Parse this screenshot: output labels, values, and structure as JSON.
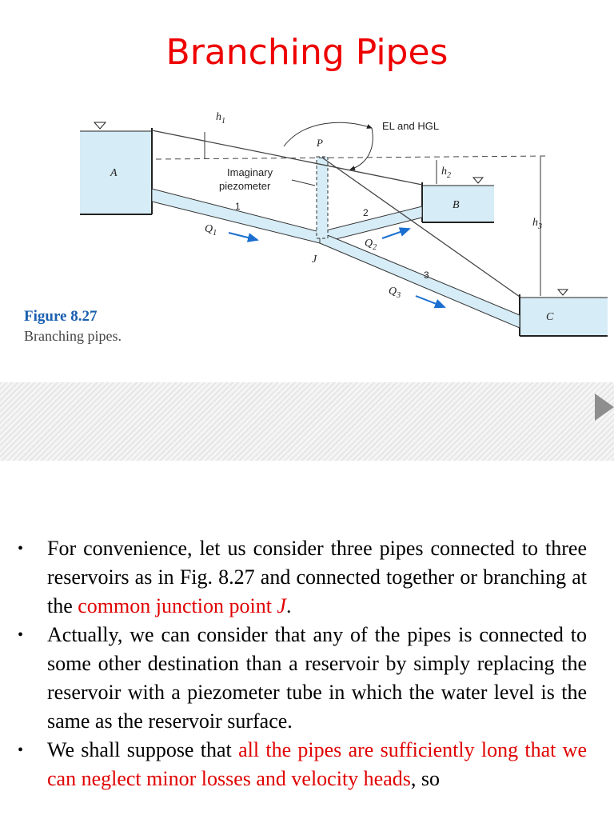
{
  "title": "Branching Pipes",
  "figure": {
    "caption_label": "Figure 8.27",
    "caption_text": "Branching pipes.",
    "labels": {
      "h1": "h",
      "h1_sub": "1",
      "el_hgl": "EL and HGL",
      "p": "P",
      "a": "A",
      "imaginary": "Imaginary",
      "piezometer": "piezometer",
      "pipe1": "1",
      "h2": "h",
      "h2_sub": "2",
      "b": "B",
      "pipe2": "2",
      "h3": "h",
      "h3_sub": "3",
      "q1": "Q",
      "q1_sub": "1",
      "q2": "Q",
      "q2_sub": "2",
      "j": "J",
      "pipe3": "3",
      "q3": "Q",
      "q3_sub": "3",
      "c": "C"
    }
  },
  "bullets": [
    {
      "text1": "For convenience, let us consider three pipes connected to three reservoirs as in Fig. 8.27 and connected together or branching at the ",
      "highlight": "common junction point ",
      "highlight_italic": "J",
      "text2": "."
    },
    {
      "text": "Actually, we can consider that any of the pipes is connected to some other destination than a reservoir by simply replacing the reservoir with a piezometer tube in which the water level is the same as the reservoir surface."
    },
    {
      "text1": "We shall suppose that ",
      "highlight": "all the pipes are sufficiently long that we can neglect minor losses and velocity heads",
      "text2": ", so"
    }
  ],
  "bullet_symbol": "•",
  "colors": {
    "title": "#ee0000",
    "highlight": "#e00000",
    "caption_label": "#1a5fb0",
    "water": "#d6ecf6"
  }
}
